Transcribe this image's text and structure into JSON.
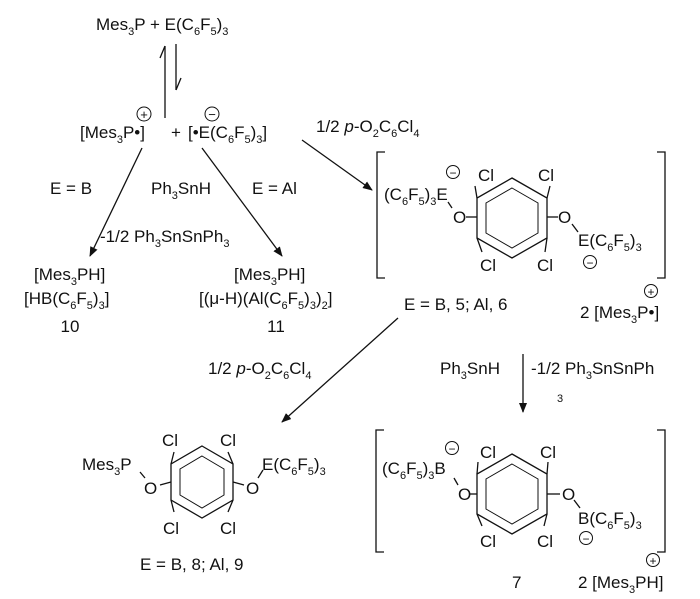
{
  "colors": {
    "ink": "#111111",
    "background": "#ffffff"
  },
  "reaction": {
    "top": {
      "mes": "Mes",
      "three": "3",
      "pe": "P + E(C",
      "six": "6",
      "f": "F",
      "five": "5",
      "close": ")",
      "three2": "3"
    },
    "radicals": {
      "plus": "+",
      "minus": "−",
      "left_open": "[Mes",
      "sub3": "3",
      "left_close": "P•]",
      "mid": "+",
      "right_open": "[•E(C",
      "sub6": "6",
      "f": "F",
      "sub5": "5",
      "close": ")",
      "sub3b": "3",
      "end": "]"
    },
    "reagents": {
      "e_b": "E = B",
      "ph3snh": "Ph",
      "ph3snh_3": "3",
      "ph3snh_rest": "SnH",
      "e_al": "E = Al",
      "half_snsn_a": "-1/2 Ph",
      "half_snsn_3": "3",
      "half_snsn_b": "SnSnPh",
      "half_snsn_c": "3",
      "quinone_a": "1/2 ",
      "quinone_p": "p",
      "quinone_b": "-O",
      "quinone_2": "2",
      "quinone_c": "C",
      "quinone_6": "6",
      "quinone_d": "Cl",
      "quinone_4": "4",
      "ph3snh2_a": "Ph",
      "ph3snh2_3": "3",
      "ph3snh2_b": "SnH",
      "half_snsn2_a": "-1/2 Ph",
      "half_snsn2_3": "3",
      "half_snsn2_b": "SnSnPh",
      "half_snsn2_c": "3"
    },
    "products": {
      "p10_line1_a": "[Mes",
      "p10_line1_3": "3",
      "p10_line1_b": "PH]",
      "p10_line2_a": "[HB(C",
      "p10_line2_6": "6",
      "p10_line2_b": "F",
      "p10_line2_5": "5",
      "p10_line2_c": ")",
      "p10_line2_3": "3",
      "p10_line2_d": "]",
      "num10": "10",
      "p11_line1_a": "[Mes",
      "p11_line1_3": "3",
      "p11_line1_b": "PH]",
      "p11_line2_a": "[(μ-H)(Al(C",
      "p11_line2_6": "6",
      "p11_line2_b": "F",
      "p11_line2_5": "5",
      "p11_line2_c": ")",
      "p11_line2_3": "3",
      "p11_line2_d": ")",
      "p11_line2_2": "2",
      "p11_line2_e": "]",
      "num11": "11",
      "label56": "E = B, 5; Al, 6",
      "counter56_a": "2 [Mes",
      "counter56_3": "3",
      "counter56_b": "P•]",
      "label89": "E = B, 8; Al, 9",
      "num7": "7",
      "counter7_a": "2 [Mes",
      "counter7_3": "3",
      "counter7_b": "PH]"
    },
    "substituents": {
      "c6f5_a": "(C",
      "c6f5_6": "6",
      "c6f5_b": "F",
      "c6f5_5": "5",
      "c6f5_c": ")",
      "c6f5_3": "3",
      "e": "E",
      "b": "B",
      "o": "O",
      "cl": "Cl",
      "ec6f5_a": "E(C",
      "bc6f5_a": "B(C",
      "mes3p_a": "Mes",
      "mes3p_3": "3",
      "mes3p_b": "P"
    }
  }
}
